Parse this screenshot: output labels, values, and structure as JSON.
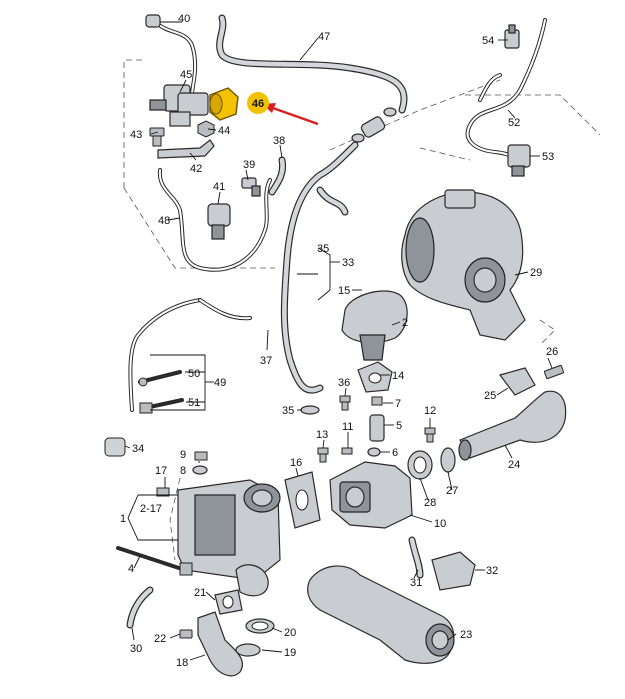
{
  "labels": {
    "l40": "40",
    "l47": "47",
    "l54": "54",
    "l45": "45",
    "l46": "46",
    "l43": "43",
    "l44": "44",
    "l42": "42",
    "l38": "38",
    "l39": "39",
    "l41": "41",
    "l48": "48",
    "l52": "52",
    "l53": "53",
    "l35_33": "35",
    "l33": "33",
    "l29": "29",
    "l15": "15",
    "l2": "2",
    "l37": "37",
    "l50": "50",
    "l49": "49",
    "l51": "51",
    "l34": "34",
    "l36": "36",
    "l14": "14",
    "l26": "26",
    "l7": "7",
    "l25": "25",
    "l35": "35",
    "l5": "5",
    "l12": "12",
    "l13": "13",
    "l11": "11",
    "l6": "6",
    "l24": "24",
    "l9": "9",
    "l8": "8",
    "l17": "17",
    "l16": "16",
    "l28": "28",
    "l27": "27",
    "l1": "1",
    "l2_17": "2-17",
    "l10": "10",
    "l31": "31",
    "l32": "32",
    "l4": "4",
    "l21": "21",
    "l23": "23",
    "l20": "20",
    "l22": "22",
    "l19": "19",
    "l30": "30",
    "l18": "18"
  },
  "highlight": {
    "part_number": "46",
    "color": "#f2c200",
    "arrow_color": "#d92020"
  }
}
